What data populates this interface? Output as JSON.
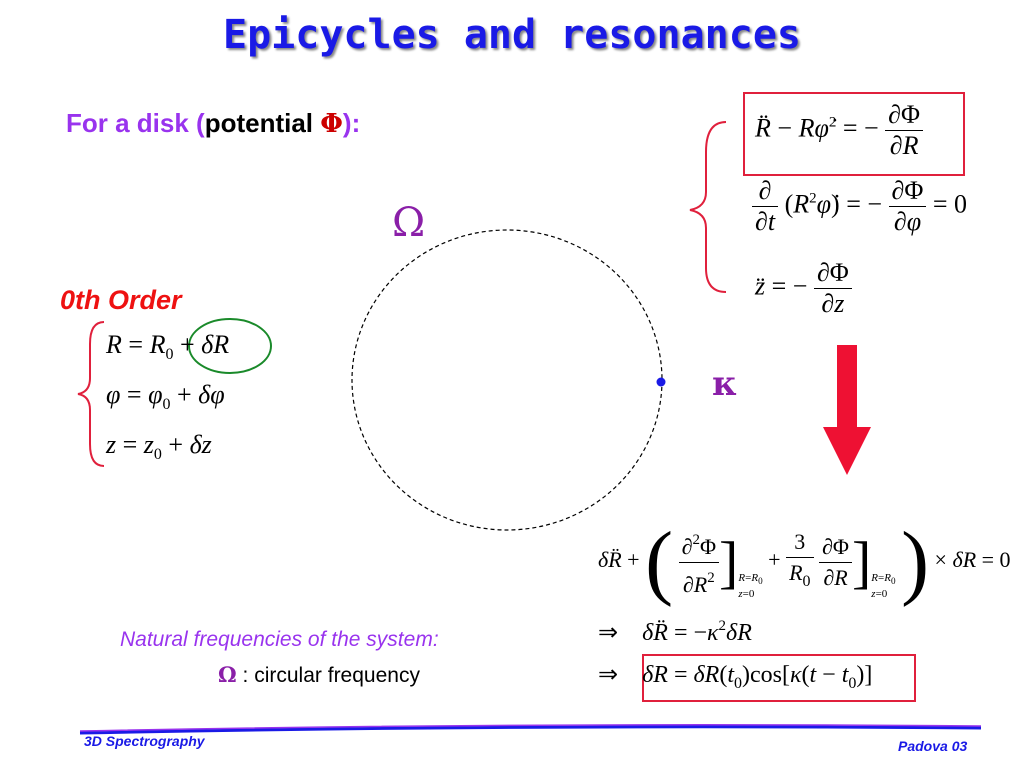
{
  "title": "Epicycles and resonances",
  "disk_label": {
    "pre": "For a disk (",
    "word": "potential ",
    "phi": "Φ",
    "post": "):"
  },
  "order_label": "0th Order",
  "omega_symbol": "Ω",
  "kappa_symbol": "κ",
  "natural_frequencies": "Natural frequencies of the system:",
  "circular": {
    "symbol": "Ω",
    "sep": " : ",
    "text": "circular frequency"
  },
  "footer": {
    "left": "3D Spectrography",
    "right": "Padova 03"
  },
  "colors": {
    "title": "#1a1ae6",
    "purple": "#9933ee",
    "red": "#ee1111",
    "arrow": "#ee1133",
    "green": "#1a8a2a",
    "box": "#e0203c"
  },
  "equations": {
    "order0": [
      "R = R0 + δR",
      "φ = φ0 + δφ",
      "z = z0 + δz"
    ],
    "motion": [
      "R̈ − Rφ̇² = −∂Φ/∂R",
      "∂/∂t (R²φ̇) = −∂Φ/∂φ = 0",
      "z̈ = −∂Φ/∂z"
    ],
    "perturbed": "δR̈ + ( [∂²Φ/∂R²]_{R=R0, z=0} + 3/R0 [∂Φ/∂R]_{R=R0, z=0} ) × δR = 0",
    "result1": "⇒ δR̈ = −κ² δR",
    "result2": "⇒ δR = δR(t0) cos[κ(t − t0)]"
  }
}
